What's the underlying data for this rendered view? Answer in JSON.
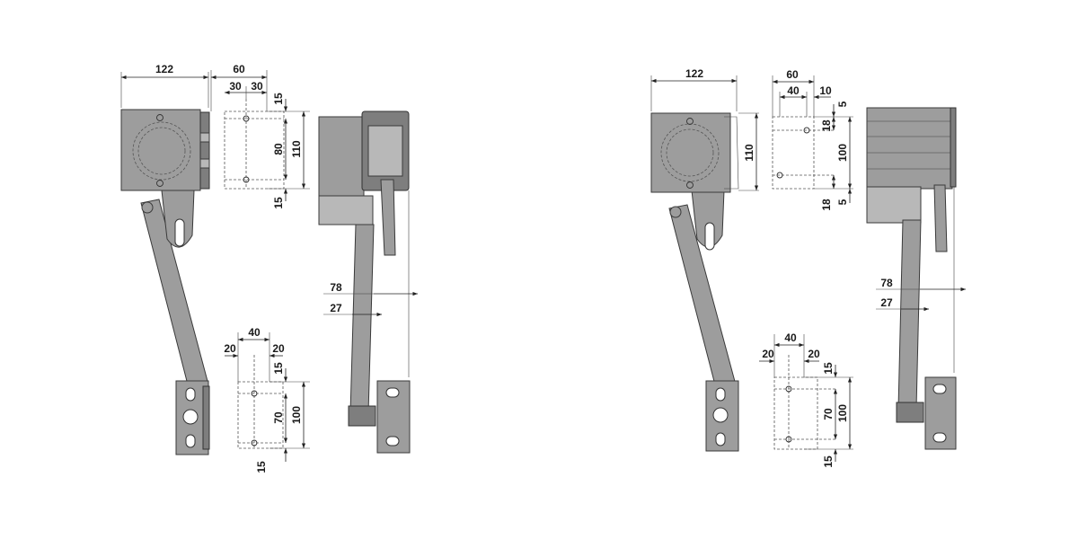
{
  "left_drawing": {
    "width_label": "122",
    "top_plate": {
      "width_total": "60",
      "half_left": "30",
      "half_right": "30",
      "top_offset": "15",
      "hole_spacing": "80",
      "height_total": "110",
      "bottom_offset": "15"
    },
    "bottom_plate": {
      "width_total": "40",
      "left_offset": "20",
      "right_offset": "20",
      "top_offset": "15",
      "hole_spacing": "70",
      "height_total": "100",
      "bottom_offset": "15"
    },
    "side_dims": {
      "arm_depth": "78",
      "arm_width": "27"
    }
  },
  "right_drawing": {
    "width_label": "122",
    "height_label": "110",
    "top_plate": {
      "width_total": "60",
      "width_inner": "40",
      "right_offset": "10",
      "top_offset": "5",
      "hole_offset": "18",
      "height_total": "100",
      "bottom_hole_offset": "18",
      "bottom_offset": "5"
    },
    "bottom_plate": {
      "width_total": "40",
      "left_offset": "20",
      "right_offset": "20",
      "top_offset": "15",
      "hole_spacing": "70",
      "height_total": "100",
      "bottom_offset": "15"
    },
    "side_dims": {
      "arm_depth": "78",
      "arm_width": "27"
    }
  }
}
